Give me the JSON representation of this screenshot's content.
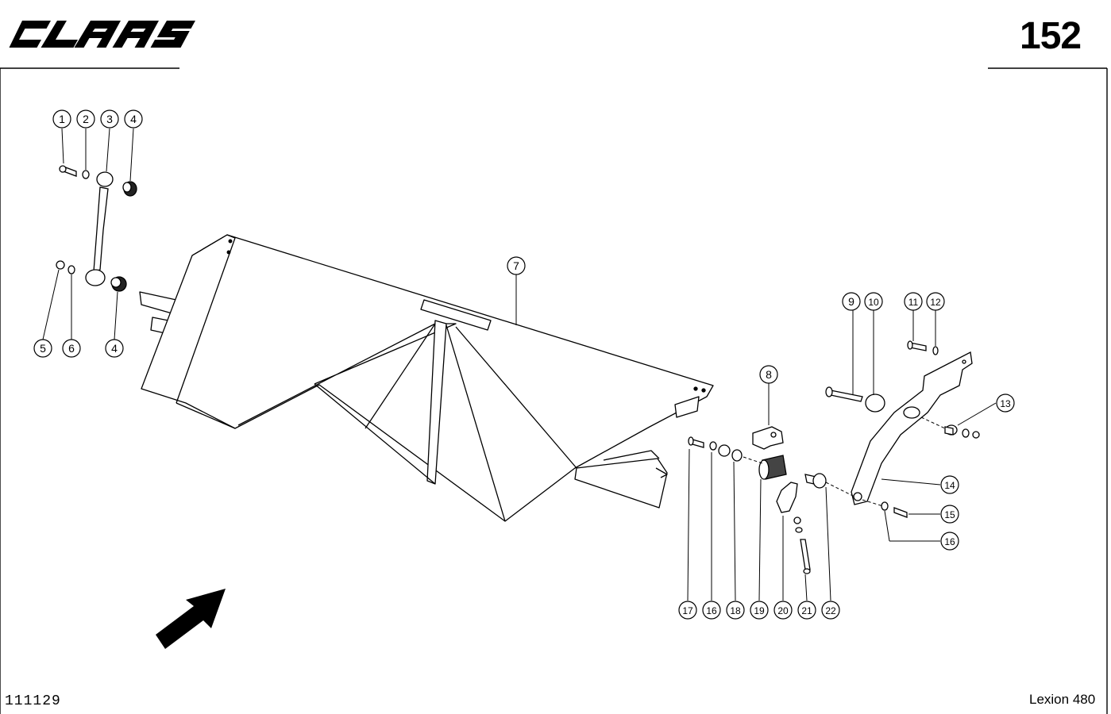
{
  "header": {
    "brand": "CLAAS",
    "page_number": "152"
  },
  "footer": {
    "drawing_number": "111129",
    "model": "Lexion 480"
  },
  "callouts": [
    "1",
    "2",
    "3",
    "4",
    "5",
    "6",
    "4",
    "7",
    "8",
    "9",
    "10",
    "11",
    "12",
    "13",
    "14",
    "15",
    "16",
    "17",
    "16",
    "18",
    "19",
    "20",
    "21",
    "22"
  ]
}
